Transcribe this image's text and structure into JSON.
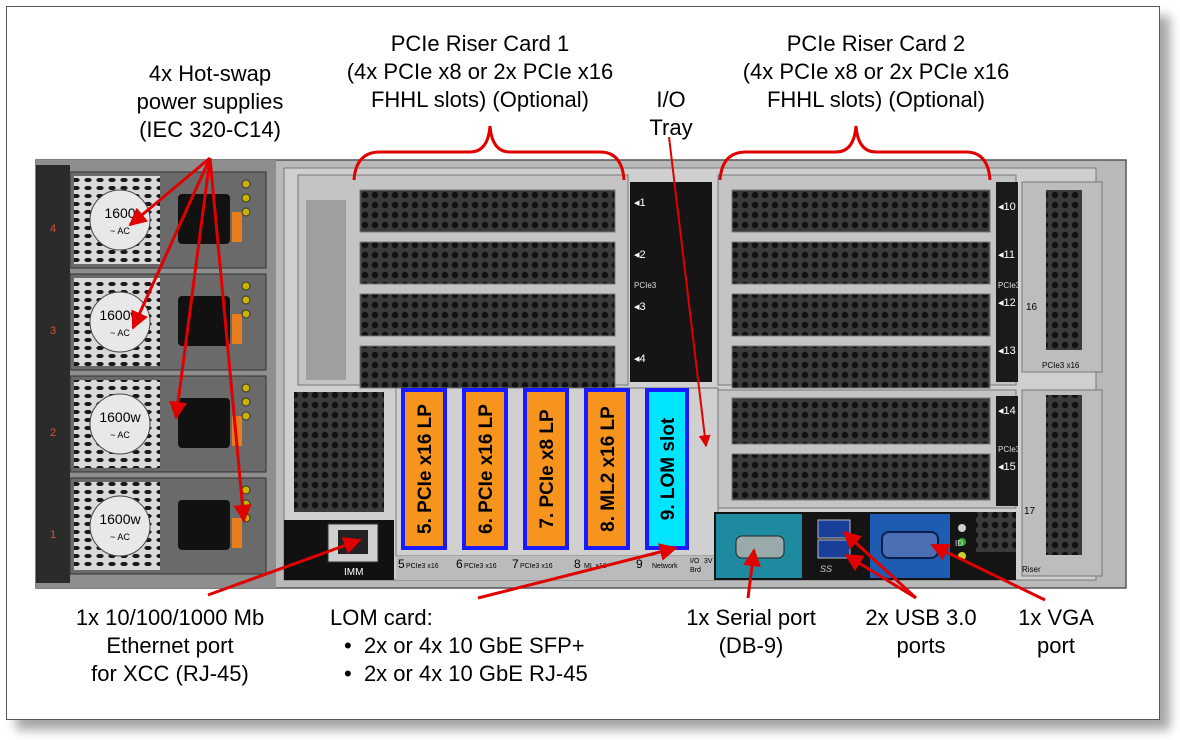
{
  "callouts": {
    "psu": [
      "4x Hot-swap",
      "power supplies",
      "(IEC 320-C14)"
    ],
    "riser1": [
      "PCIe Riser Card 1",
      "(4x PCIe x8 or 2x PCIe x16",
      "FHHL slots) (Optional)"
    ],
    "io_tray": [
      "I/O",
      "Tray"
    ],
    "riser2": [
      "PCIe Riser Card 2",
      "(4x PCIe x8 or 2x PCIe x16",
      "FHHL slots) (Optional)"
    ],
    "ethernet": [
      "1x 10/100/1000 Mb",
      "Ethernet port",
      "for XCC (RJ-45)"
    ],
    "lom": {
      "title": "LOM card:",
      "items": [
        "2x or 4x 10 GbE SFP+",
        "2x or 4x 10 GbE RJ-45"
      ]
    },
    "serial": [
      "1x Serial port",
      "(DB-9)"
    ],
    "usb": [
      "2x USB 3.0",
      "ports"
    ],
    "vga": [
      "1x VGA",
      "port"
    ]
  },
  "slots_lp": [
    {
      "label": "5. PCIe x16 LP",
      "color": "#f7941d"
    },
    {
      "label": "6. PCIe x16 LP",
      "color": "#f7941d"
    },
    {
      "label": "7. PCIe x8 LP",
      "color": "#f7941d"
    },
    {
      "label": "8. ML2 x16 LP",
      "color": "#f7941d"
    },
    {
      "label": "9. LOM slot",
      "color": "#00e5ff"
    }
  ],
  "psu_units": [
    {
      "watt": "1600",
      "ac": "AC",
      "num": "4"
    },
    {
      "watt": "1600w",
      "ac": "AC",
      "num": "3"
    },
    {
      "watt": "1600w",
      "ac": "AC",
      "num": "2"
    },
    {
      "watt": "1600w",
      "ac": "AC",
      "num": "1"
    }
  ],
  "riser1_slot_numbers": [
    "1",
    "2",
    "3",
    "4"
  ],
  "riser1_tag": "PCIe3",
  "riser2_slot_numbers": [
    "10",
    "11",
    "12",
    "13"
  ],
  "riser2_tag": "PCIe3",
  "riser2_lower_slot_numbers": [
    "14",
    "15"
  ],
  "riser2_lower_tag": "PCIe3",
  "bay_numbers": {
    "upper": "16",
    "lower": "17"
  },
  "riser2_bottom_tag": "PCIe3 x16",
  "bottom_strip": {
    "imm": "IMM",
    "slot_labels": [
      "5",
      "PCIe3 x16",
      "6",
      "PCIe3 x16",
      "7",
      "PCIe3 x16",
      "8",
      "ML x16",
      "9",
      "Network"
    ],
    "io_brd": [
      "I/O",
      "Brd"
    ],
    "voltage": "3V",
    "ss_label": "SS",
    "id_label": "ID",
    "riser_label": "Riser"
  },
  "colors": {
    "accent_red": "#e00000",
    "slot_border": "#1a1aff",
    "serial_panel": "#1e8aa0",
    "vga_panel": "#1d5cb0"
  }
}
